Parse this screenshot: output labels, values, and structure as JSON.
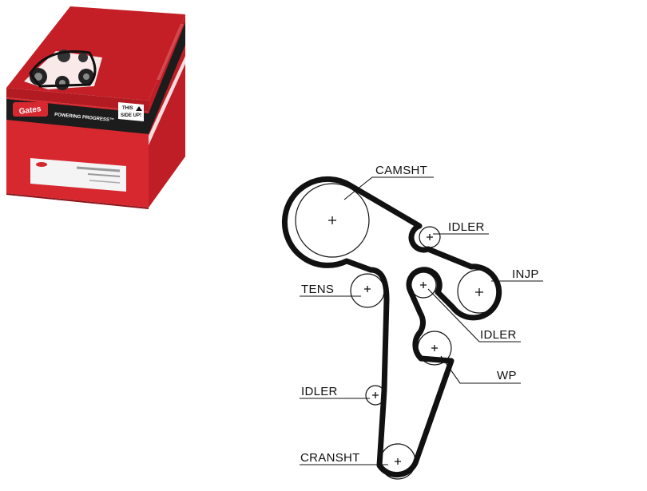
{
  "product_box": {
    "brand": "Gates",
    "slogan": "POWERING PROGRESS™",
    "badge_line1": "THIS",
    "badge_line2": "SIDE UP!",
    "colors": {
      "red": "#d7282f",
      "dark": "#1c1c1c",
      "white": "#ffffff"
    }
  },
  "diagram": {
    "labels": {
      "camshaft": "CAMSHT",
      "idler_top": "IDLER",
      "injection_pump": "INJP",
      "tensioner": "TENS",
      "idler_mid": "IDLER",
      "water_pump": "WP",
      "idler_low": "IDLER",
      "crankshaft": "CRANSHT"
    }
  }
}
